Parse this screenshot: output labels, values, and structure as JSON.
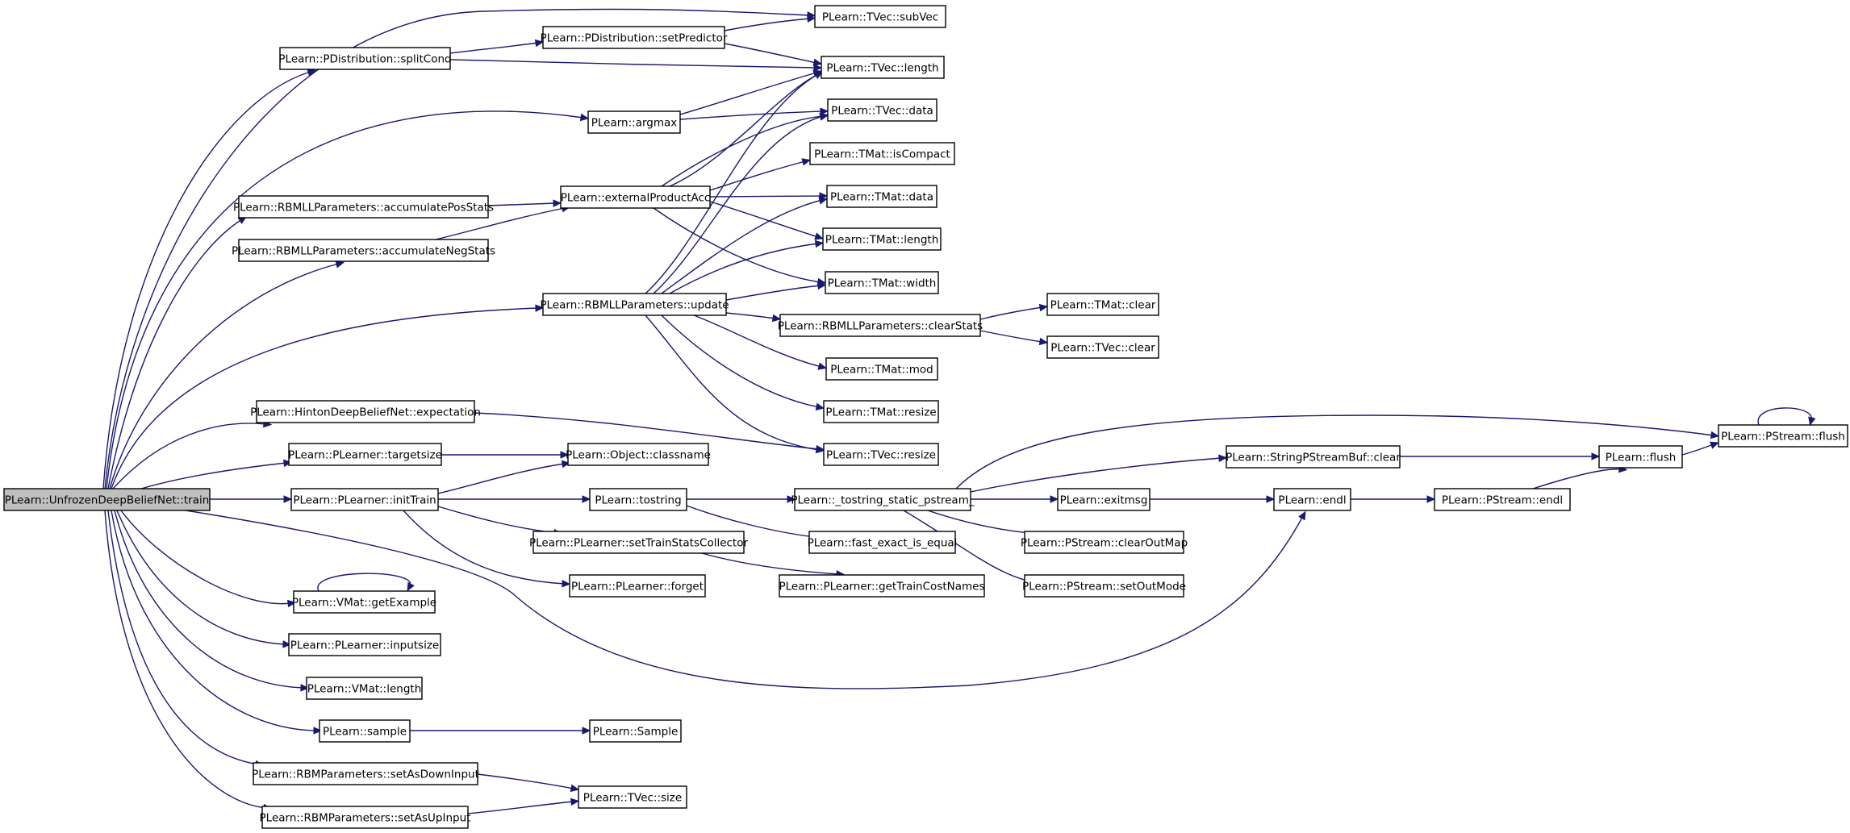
{
  "graph": {
    "root_id": "n0",
    "colors": {
      "edge": "#191970",
      "root_fill": "#bfbfbf",
      "node_fill": "#ffffff",
      "border": "#000000"
    },
    "nodes": [
      {
        "id": "n0",
        "label": "PLearn::UnfrozenDeepBeliefNet::train"
      },
      {
        "id": "n1",
        "label": "PLearn::PDistribution::splitCond"
      },
      {
        "id": "n2",
        "label": "PLearn::PDistribution::setPredictor"
      },
      {
        "id": "n3",
        "label": "PLearn::TVec::subVec"
      },
      {
        "id": "n4",
        "label": "PLearn::TVec::length"
      },
      {
        "id": "n5",
        "label": "PLearn::argmax"
      },
      {
        "id": "n6",
        "label": "PLearn::TVec::data"
      },
      {
        "id": "n7",
        "label": "PLearn::TMat::isCompact"
      },
      {
        "id": "n8",
        "label": "PLearn::RBMLLParameters::accumulatePosStats"
      },
      {
        "id": "n9",
        "label": "PLearn::externalProductAcc"
      },
      {
        "id": "n10",
        "label": "PLearn::TMat::data"
      },
      {
        "id": "n11",
        "label": "PLearn::RBMLLParameters::accumulateNegStats"
      },
      {
        "id": "n12",
        "label": "PLearn::TMat::length"
      },
      {
        "id": "n13",
        "label": "PLearn::TMat::width"
      },
      {
        "id": "n14",
        "label": "PLearn::RBMLLParameters::update"
      },
      {
        "id": "n15",
        "label": "PLearn::RBMLLParameters::clearStats"
      },
      {
        "id": "n16",
        "label": "PLearn::TMat::clear"
      },
      {
        "id": "n17",
        "label": "PLearn::TVec::clear"
      },
      {
        "id": "n18",
        "label": "PLearn::TMat::mod"
      },
      {
        "id": "n19",
        "label": "PLearn::HintonDeepBeliefNet::expectation"
      },
      {
        "id": "n20",
        "label": "PLearn::TMat::resize"
      },
      {
        "id": "n21",
        "label": "PLearn::TVec::resize"
      },
      {
        "id": "n22",
        "label": "PLearn::PLearner::targetsize"
      },
      {
        "id": "n23",
        "label": "PLearn::Object::classname"
      },
      {
        "id": "n24",
        "label": "PLearn::PStream::flush"
      },
      {
        "id": "n25",
        "label": "PLearn::StringPStreamBuf::clear"
      },
      {
        "id": "n26",
        "label": "PLearn::flush"
      },
      {
        "id": "n27",
        "label": "PLearn::PLearner::initTrain"
      },
      {
        "id": "n28",
        "label": "PLearn::tostring"
      },
      {
        "id": "n29",
        "label": "PLearn::_tostring_static_pstream_"
      },
      {
        "id": "n30",
        "label": "PLearn::exitmsg"
      },
      {
        "id": "n31",
        "label": "PLearn::endl"
      },
      {
        "id": "n32",
        "label": "PLearn::PStream::endl"
      },
      {
        "id": "n33",
        "label": "PLearn::PLearner::setTrainStatsCollector"
      },
      {
        "id": "n34",
        "label": "PLearn::fast_exact_is_equal"
      },
      {
        "id": "n35",
        "label": "PLearn::PStream::clearOutMap"
      },
      {
        "id": "n36",
        "label": "PLearn::PLearner::forget"
      },
      {
        "id": "n37",
        "label": "PLearn::PLearner::getTrainCostNames"
      },
      {
        "id": "n38",
        "label": "PLearn::PStream::setOutMode"
      },
      {
        "id": "n39",
        "label": "PLearn::VMat::getExample"
      },
      {
        "id": "n40",
        "label": "PLearn::PLearner::inputsize"
      },
      {
        "id": "n41",
        "label": "PLearn::VMat::length"
      },
      {
        "id": "n42",
        "label": "PLearn::sample"
      },
      {
        "id": "n43",
        "label": "PLearn::Sample"
      },
      {
        "id": "n44",
        "label": "PLearn::RBMParameters::setAsDownInput"
      },
      {
        "id": "n45",
        "label": "PLearn::TVec::size"
      },
      {
        "id": "n46",
        "label": "PLearn::RBMParameters::setAsUpInput"
      }
    ],
    "edges": [
      [
        "n0",
        "n1"
      ],
      [
        "n0",
        "n3"
      ],
      [
        "n0",
        "n5"
      ],
      [
        "n0",
        "n8"
      ],
      [
        "n0",
        "n11"
      ],
      [
        "n0",
        "n14"
      ],
      [
        "n0",
        "n19"
      ],
      [
        "n0",
        "n22"
      ],
      [
        "n0",
        "n27"
      ],
      [
        "n0",
        "n31"
      ],
      [
        "n0",
        "n39"
      ],
      [
        "n0",
        "n40"
      ],
      [
        "n0",
        "n41"
      ],
      [
        "n0",
        "n42"
      ],
      [
        "n0",
        "n44"
      ],
      [
        "n0",
        "n46"
      ],
      [
        "n1",
        "n2"
      ],
      [
        "n1",
        "n4"
      ],
      [
        "n2",
        "n3"
      ],
      [
        "n2",
        "n4"
      ],
      [
        "n5",
        "n4"
      ],
      [
        "n5",
        "n6"
      ],
      [
        "n8",
        "n9"
      ],
      [
        "n11",
        "n9"
      ],
      [
        "n9",
        "n4"
      ],
      [
        "n9",
        "n6"
      ],
      [
        "n9",
        "n7"
      ],
      [
        "n9",
        "n10"
      ],
      [
        "n9",
        "n12"
      ],
      [
        "n9",
        "n13"
      ],
      [
        "n14",
        "n4"
      ],
      [
        "n14",
        "n6"
      ],
      [
        "n14",
        "n10"
      ],
      [
        "n14",
        "n12"
      ],
      [
        "n14",
        "n13"
      ],
      [
        "n14",
        "n15"
      ],
      [
        "n14",
        "n18"
      ],
      [
        "n14",
        "n20"
      ],
      [
        "n14",
        "n21"
      ],
      [
        "n15",
        "n16"
      ],
      [
        "n15",
        "n17"
      ],
      [
        "n19",
        "n21"
      ],
      [
        "n22",
        "n23"
      ],
      [
        "n27",
        "n23"
      ],
      [
        "n27",
        "n28"
      ],
      [
        "n27",
        "n33"
      ],
      [
        "n27",
        "n36"
      ],
      [
        "n28",
        "n29"
      ],
      [
        "n28",
        "n34"
      ],
      [
        "n29",
        "n24"
      ],
      [
        "n29",
        "n25"
      ],
      [
        "n29",
        "n30"
      ],
      [
        "n29",
        "n35"
      ],
      [
        "n29",
        "n38"
      ],
      [
        "n25",
        "n26"
      ],
      [
        "n26",
        "n24"
      ],
      [
        "n24",
        "n24"
      ],
      [
        "n30",
        "n31"
      ],
      [
        "n31",
        "n32"
      ],
      [
        "n32",
        "n26"
      ],
      [
        "n33",
        "n37"
      ],
      [
        "n39",
        "n39"
      ],
      [
        "n42",
        "n43"
      ],
      [
        "n44",
        "n45"
      ],
      [
        "n46",
        "n45"
      ]
    ]
  }
}
